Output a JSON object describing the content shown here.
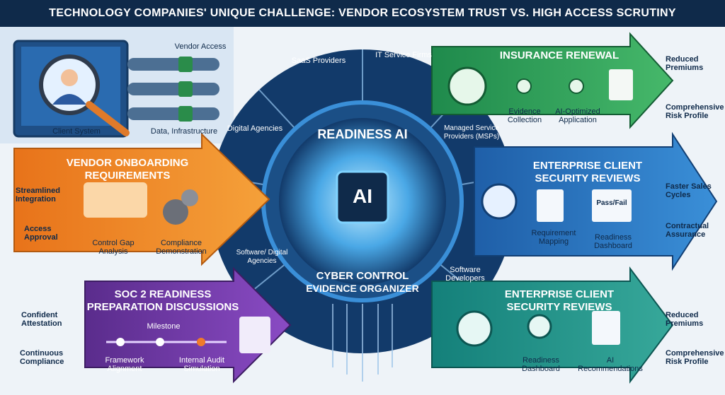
{
  "title": "TECHNOLOGY COMPANIES' UNIQUE CHALLENGE: VENDOR ECOSYSTEM TRUST VS. HIGH ACCESS SCRUTINY",
  "top_left": {
    "vendor_access": "Vendor Access",
    "client_system": "Client System",
    "data_infrastructure": "Data, Infrastructure"
  },
  "ring": {
    "saas": "SaaS Providers",
    "it_firms": "IT Service Firms",
    "msp": "Managed Service Providers (MSPs)",
    "digital_agencies": "Digital Agencies",
    "software_developers": "Software Developers",
    "software_digital": "Software/ Digital Agencies"
  },
  "center": {
    "readiness": "READINESS AI",
    "chip": "AI",
    "organizer_line1": "CYBER CONTROL",
    "organizer_line2": "EVIDENCE ORGANIZER"
  },
  "vendor_onboarding": {
    "title_line1": "VENDOR ONBOARDING",
    "title_line2": "REQUIREMENTS",
    "step1": "Control Gap Analysis",
    "step2": "Compliance Demonstration",
    "out1": "Streamlined Integration",
    "out2": "Access Approval"
  },
  "soc2": {
    "title_line1": "SOC 2 READINESS",
    "title_line2": "PREPARATION DISCUSSIONS",
    "milestone": "Milestone",
    "step1": "Framework Alignment",
    "step2": "Internal Audit Simulation",
    "out1": "Confident Attestation",
    "out2": "Continuous Compliance"
  },
  "insurance": {
    "title": "INSURANCE RENEWAL",
    "step1": "Evidence Collection",
    "step2": "AI-Optimized Application",
    "out1": "Reduced Premiums",
    "out2": "Comprehensive Risk Profile"
  },
  "enterprise1": {
    "title_line1": "ENTERPRISE CLIENT",
    "title_line2": "SECURITY REVIEWS",
    "step1": "Requirement Mapping",
    "step2": "Readiness Dashboard",
    "passfail": "Pass/Fail",
    "out1": "Faster Sales Cycles",
    "out2": "Contractual Assurance"
  },
  "enterprise2": {
    "title_line1": "ENTERPRISE CLIENT",
    "title_line2": "SECURITY REVIEWS",
    "step1": "Readiness Dashboard",
    "step2": "AI Recommendations",
    "out1": "Reduced Premiums",
    "out2": "Comprehensive Risk Profile"
  }
}
